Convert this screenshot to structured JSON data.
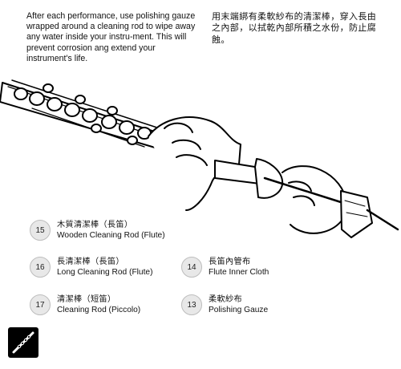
{
  "instructions": {
    "english": "After each performance, use polishing gauze wrapped around a cleaning rod to wipe away any water inside your instru-ment.  This will prevent corrosion ang extend your instrument's life.",
    "chinese": "用末端綁有柔軟紗布的清潔棒，穿入長由之內部，以拭乾內部所積之水份，防止腐蝕。"
  },
  "items": [
    {
      "number": "15",
      "zh": "木質清潔棒（長笛）",
      "en": "Wooden Cleaning Rod (Flute)"
    },
    {
      "number": "16",
      "zh": "長清潔棒（長笛）",
      "en": "Long Cleaning Rod (Flute)"
    },
    {
      "number": "17",
      "zh": "清潔棒（短笛）",
      "en": "Cleaning Rod (Piccolo)"
    },
    {
      "number": "14",
      "zh": "長笛內管布",
      "en": "Flute Inner Cloth"
    },
    {
      "number": "13",
      "zh": "柔軟紗布",
      "en": "Polishing Gauze"
    }
  ],
  "icons": {
    "badge": "flute-icon"
  }
}
